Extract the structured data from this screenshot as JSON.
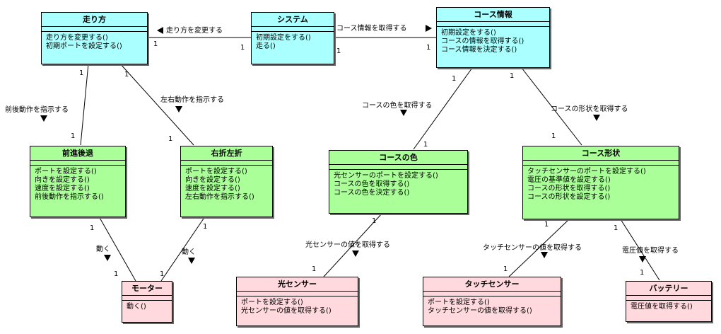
{
  "classes": {
    "hashirikata": {
      "name": "走り方",
      "ops": [
        "走り方を変更する()",
        "初期ポートを設定する()"
      ]
    },
    "system": {
      "name": "システム",
      "ops": [
        "初期設定をする()",
        "走る()"
      ]
    },
    "course_info": {
      "name": "コース情報",
      "ops": [
        "初期設定をする()",
        "コースの情報を取得する()",
        "コース情報を決定する()"
      ]
    },
    "zenshin": {
      "name": "前進後退",
      "ops": [
        "ポートを設定する()",
        "向きを設定する()",
        "速度を設定する()",
        "前後動作を指示する()"
      ]
    },
    "usetsu": {
      "name": "右折左折",
      "ops": [
        "ポートを設定する()",
        "向きを設定する()",
        "速度を設定する()",
        "左右動作を指示する()"
      ]
    },
    "course_color": {
      "name": "コースの色",
      "ops": [
        "光センサーのポートを設定する()",
        "コースの色を取得する()",
        "コースの色を決定する()"
      ]
    },
    "course_shape": {
      "name": "コース形状",
      "ops": [
        "タッチセンサーのポートを設定する()",
        "電圧の基準値を設定する()",
        "コースの形状を取得する()",
        "コースの形状を設定する()"
      ]
    },
    "motor": {
      "name": "モーター",
      "ops": [
        "動く()"
      ]
    },
    "light_sensor": {
      "name": "光センサー",
      "ops": [
        "ポートを設定する()",
        "光センサーの値を取得する()"
      ]
    },
    "touch_sensor": {
      "name": "タッチセンサー",
      "ops": [
        "ポートを設定する()",
        "タッチセンサーの値を取得する()"
      ]
    },
    "battery": {
      "name": "バッテリー",
      "ops": [
        "電圧値を取得する()"
      ]
    }
  },
  "associations": {
    "sys_hashiri": "走り方を変更する",
    "sys_course": "コース情報を取得する",
    "hashiri_zenshin": "前後動作を指示する",
    "hashiri_usetsu": "左右動作を指示する",
    "course_color": "コースの色を取得する",
    "course_shape": "コースの形状を取得する",
    "zenshin_motor": "動く",
    "usetsu_motor": "動く",
    "color_light": "光センサーの値を取得する",
    "shape_touch": "タッチセンサーの値を取得する",
    "shape_battery": "電圧値を取得する"
  },
  "multiplicity": "1",
  "colors": {
    "primary_class": "#aaffff",
    "logic_class": "#aaff99",
    "device_class": "#ffd9dd",
    "line": "#000000"
  }
}
